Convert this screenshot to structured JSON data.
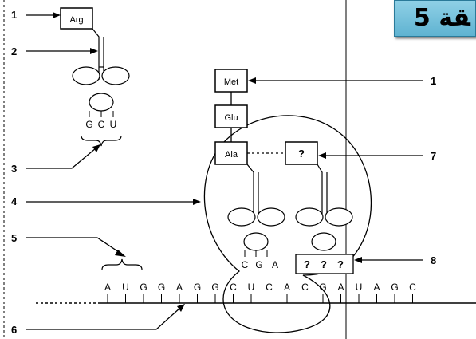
{
  "title_card": {
    "text": "ﻘﺔ 5"
  },
  "labels": {
    "l1_left": "1",
    "l2": "2",
    "l3": "3",
    "l4": "4",
    "l5": "5",
    "l6": "6",
    "l1_right": "1",
    "l7": "7",
    "l8": "8"
  },
  "amino_acids": {
    "arg": "Arg",
    "met": "Met",
    "glu": "Glu",
    "ala": "Ala",
    "unknown": "?"
  },
  "anticodon_free": [
    "G",
    "C",
    "U"
  ],
  "anticodon_bound": [
    "C",
    "G",
    "A"
  ],
  "anticodon_unknown": [
    "?",
    "?",
    "?"
  ],
  "mrna_bases": [
    "A",
    "U",
    "G",
    "G",
    "A",
    "G",
    "G",
    "C",
    "U",
    "C",
    "A",
    "C",
    "G",
    "A",
    "U",
    "A",
    "G",
    "C"
  ]
}
